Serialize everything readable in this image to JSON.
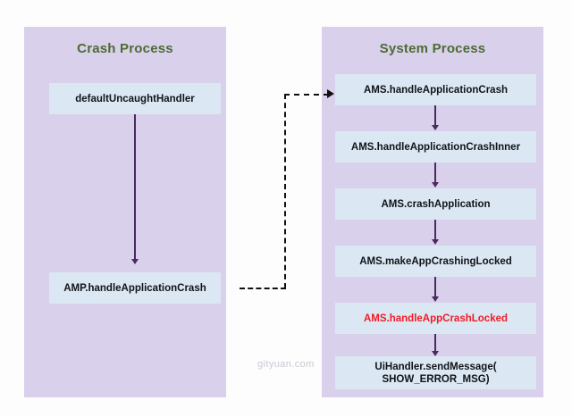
{
  "diagram": {
    "title_left": "Crash Process",
    "title_right": "System Process",
    "watermark": "gityuan.com",
    "colors": {
      "panel_bg": "#d9d0eb",
      "node_bg": "#dbe8f3",
      "title_text": "#4c6b33",
      "node_text": "#111318",
      "highlight_text": "#ef1c24",
      "arrow": "#4b2a5f",
      "dashed_arrow": "#101010",
      "watermark": "#c9c9d2",
      "page_bg": "#fdfdfd"
    }
  },
  "left_panel": {
    "title": "Crash Process",
    "nodes": [
      {
        "id": "default-uncaught-handler",
        "label": "defaultUncaughtHandler",
        "highlight": false
      },
      {
        "id": "amp-handle-application-crash",
        "label": "AMP.handleApplicationCrash",
        "highlight": false
      }
    ]
  },
  "right_panel": {
    "title": "System Process",
    "nodes": [
      {
        "id": "ams-handle-application-crash",
        "label": "AMS.handleApplicationCrash",
        "highlight": false
      },
      {
        "id": "ams-handle-application-crash-inner",
        "label": "AMS.handleApplicationCrashInner",
        "highlight": false
      },
      {
        "id": "ams-crash-application",
        "label": "AMS.crashApplication",
        "highlight": false
      },
      {
        "id": "ams-make-app-crashing-locked",
        "label": "AMS.makeAppCrashingLocked",
        "highlight": false
      },
      {
        "id": "ams-handle-app-crash-locked",
        "label": "AMS.handleAppCrashLocked",
        "highlight": true
      },
      {
        "id": "ui-handler-send-message-line1",
        "label": "UiHandler.sendMessage(",
        "highlight": false
      },
      {
        "id": "ui-handler-send-message-line2",
        "label": "SHOW_ERROR_MSG)",
        "highlight": false
      }
    ]
  },
  "edges": {
    "left_internal": "defaultUncaughtHandler -> AMP.handleApplicationCrash",
    "cross_process": "AMP.handleApplicationCrash -> AMS.handleApplicationCrash",
    "right_chain": [
      "AMS.handleApplicationCrash -> AMS.handleApplicationCrashInner",
      "AMS.handleApplicationCrashInner -> AMS.crashApplication",
      "AMS.crashApplication -> AMS.makeAppCrashingLocked",
      "AMS.makeAppCrashingLocked -> AMS.handleAppCrashLocked",
      "AMS.handleAppCrashLocked -> UiHandler.sendMessage(SHOW_ERROR_MSG)"
    ]
  }
}
